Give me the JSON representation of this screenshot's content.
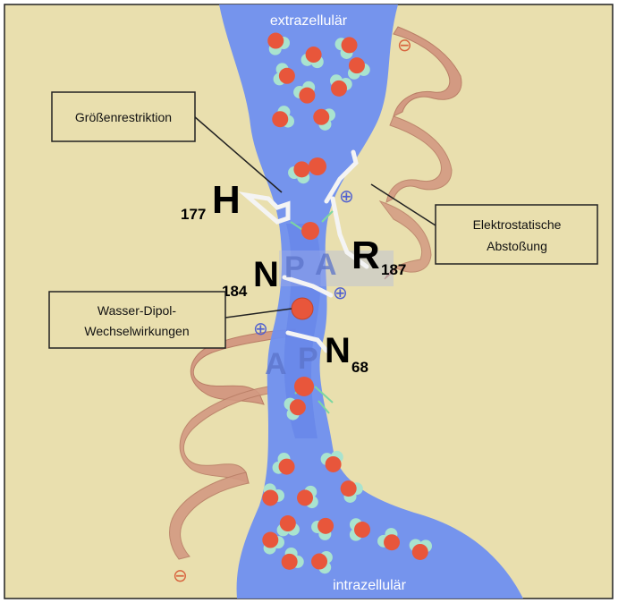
{
  "compartments": {
    "top": "extrazellulär",
    "bottom": "intrazellulär"
  },
  "callouts": {
    "size_restriction": "Größenrestriktion",
    "electrostatic_line1": "Elektrostatische",
    "electrostatic_line2": "Abstoßung",
    "dipole_line1": "Wasser-Dipol-",
    "dipole_line2": "Wechselwirkungen"
  },
  "residues": {
    "h": {
      "letter": "H",
      "number": "177"
    },
    "r": {
      "letter": "R",
      "number": "187"
    },
    "n184": {
      "letter": "N",
      "number": "184"
    },
    "n68": {
      "letter": "N",
      "number": "68"
    }
  },
  "motif_letters": {
    "upper": [
      "P",
      "A"
    ],
    "lower": [
      "A",
      "P"
    ]
  },
  "symbols": {
    "positive": "⊕",
    "negative": "⊖"
  },
  "colors": {
    "background": "#e9dfae",
    "channel": "#6f8ff0",
    "channel_dark": "#5575e6",
    "helix": "#d39a82",
    "oxygen": "#e8563b",
    "hydrogen": "#a9e3cf"
  }
}
